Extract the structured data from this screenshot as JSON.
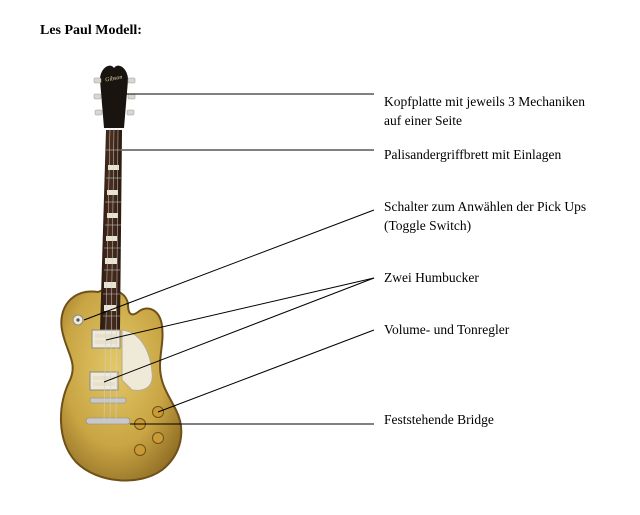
{
  "title": "Les Paul Modell:",
  "labels": [
    {
      "line1": "Kopfplatte mit jeweils 3 Mechaniken",
      "line2": "auf einer Seite"
    },
    {
      "line1": "Palisandergriffbrett mit Einlagen",
      "line2": ""
    },
    {
      "line1": "Schalter zum Anwählen der Pick Ups",
      "line2": "(Toggle Switch)"
    },
    {
      "line1": "Zwei Humbucker",
      "line2": ""
    },
    {
      "line1": "Volume- und Tonregler",
      "line2": ""
    },
    {
      "line1": "Feststehende Bridge",
      "line2": ""
    }
  ],
  "headstock_logo": "Gibson",
  "colors": {
    "body_gold": "#c8a844",
    "body_edge": "#7a5a1c",
    "neck": "#3a2418",
    "headstock": "#1a1410",
    "pickguard": "#efe9d8",
    "chrome": "#b8b8b8",
    "leader_line": "#000000"
  }
}
